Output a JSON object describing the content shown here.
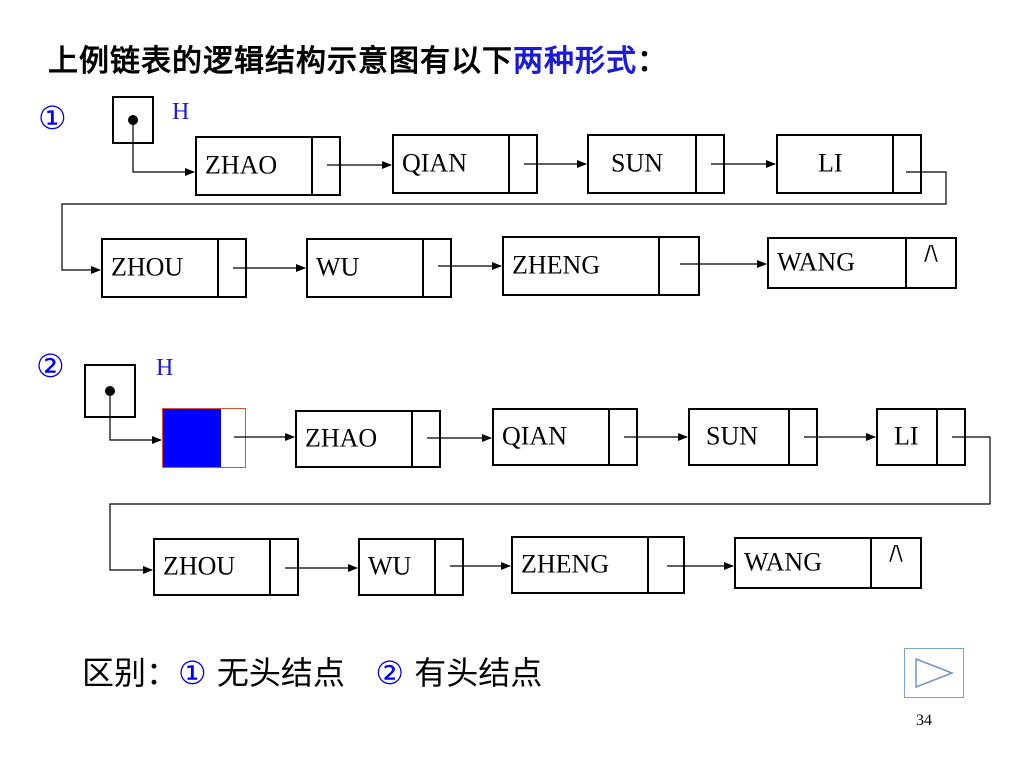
{
  "title": {
    "main": "上例链表的逻辑结构示意图有以下",
    "highlight": "两种形式",
    "suffix": "："
  },
  "diagram1": {
    "marker": "①",
    "head_label": "H",
    "row1": [
      "ZHAO",
      "QIAN",
      "SUN",
      "LI"
    ],
    "row2": [
      "ZHOU",
      "WU",
      "ZHENG",
      "WANG"
    ],
    "null_symbol": "/\\"
  },
  "diagram2": {
    "marker": "②",
    "head_label": "H",
    "row1": [
      "ZHAO",
      "QIAN",
      "SUN",
      "LI"
    ],
    "row2": [
      "ZHOU",
      "WU",
      "ZHENG",
      "WANG"
    ],
    "null_symbol": "/\\",
    "head_node_colors": {
      "data_fill": "#0000ff",
      "border": "#e05030"
    }
  },
  "difference": {
    "label": "区别：",
    "item1_marker": "①",
    "item1_text": "无头结点",
    "item2_marker": "②",
    "item2_text": "有头结点"
  },
  "nav": {
    "icon": "play-triangle-icon",
    "border_color": "#7a9fd4",
    "icon_color": "#6f95d0"
  },
  "page_number": "34"
}
